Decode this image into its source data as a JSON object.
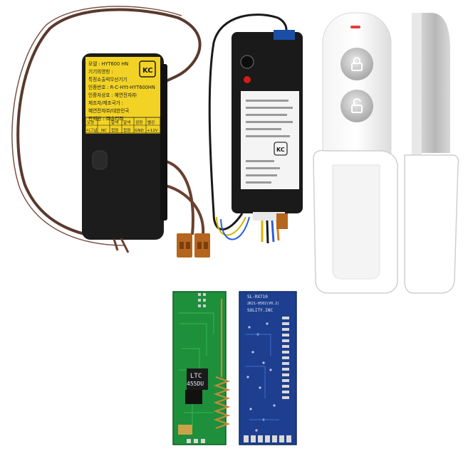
{
  "receiver_label": {
    "lines": [
      "모델 : HYT600 HN",
      "기기의명칭 :",
      "특정소출력무선기기",
      "인증번호 : R-C-HYt-HYT600HN",
      "인증자상호 : 혜연전자㈜",
      "제조자/제조국가 :",
      "혜연전자㈜/대한민국",
      "판매원 : ㈜솔리티"
    ],
    "kc_mark": "KC",
    "wire_table_top": [
      "노랑",
      "",
      "갈색",
      "갈색",
      "검정",
      "빨강"
    ],
    "wire_table_bottom": [
      "시그널",
      "NC",
      "접점",
      "접점",
      "GND",
      "+12V"
    ]
  },
  "transmitter_label": {
    "kc_mark": "KC"
  },
  "pcb_left": {
    "chip_top": "LTC",
    "chip_bottom": "455DU"
  },
  "pcb_right": {
    "model": "SL-RX710",
    "code": "2K21-0502(V0.2)",
    "maker": "SOLITY.INC"
  }
}
